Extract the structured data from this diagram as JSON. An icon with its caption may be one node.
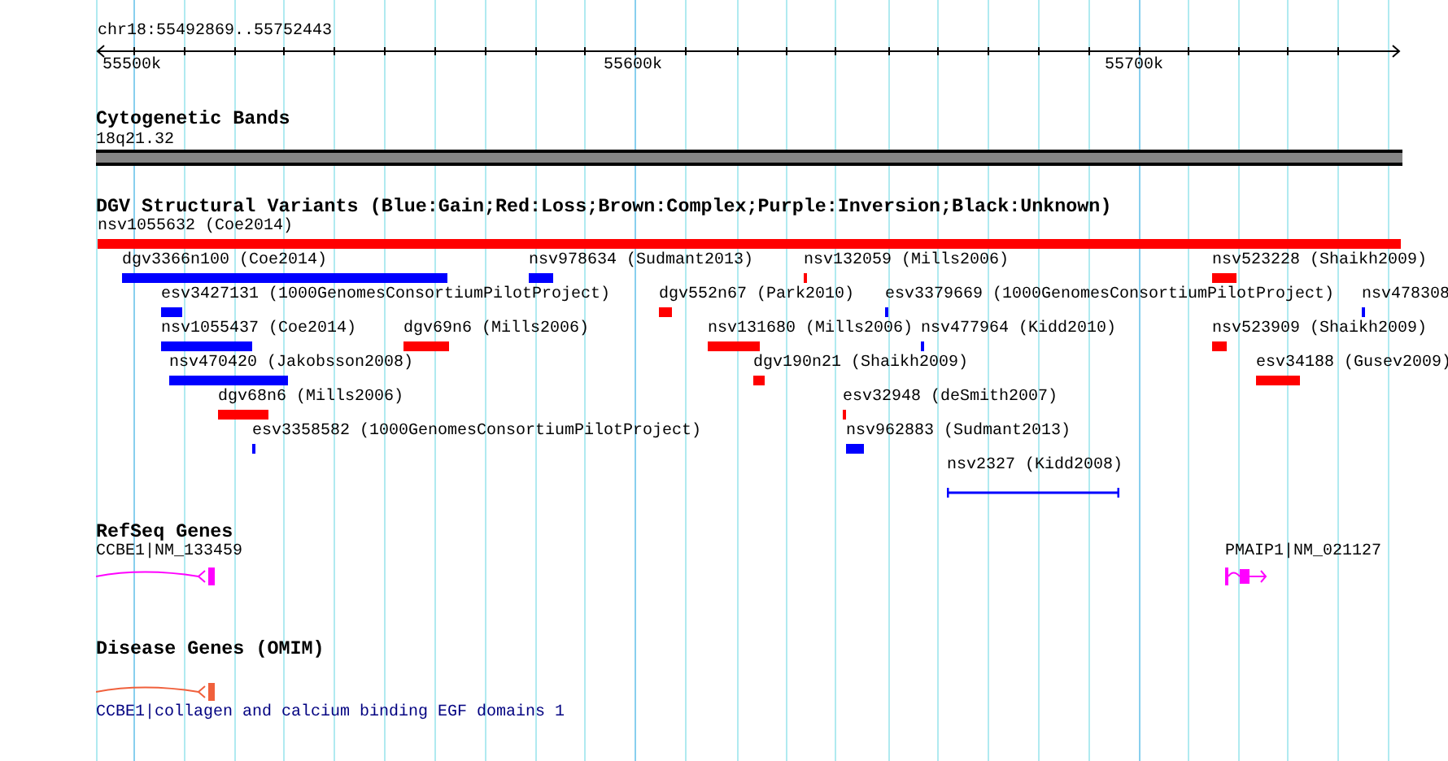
{
  "diagram": {
    "nodes": [
      {
        "text": [],
        "shape": "bar",
        "beside": [
          "18q21.32"
        ]
      },
      {
        "text": [],
        "shape": "bar",
        "beside": [
          "nsv1055632 (Coe2014)"
        ]
      },
      {
        "text": [],
        "shape": "bar",
        "beside": [
          "dgv3366n100 (Coe2014)"
        ]
      },
      {
        "text": [],
        "shape": "bar",
        "beside": [
          "nsv978634 (Sudmant2013)"
        ]
      },
      {
        "text": [],
        "shape": "bar",
        "beside": [
          "nsv132059 (Mills2006)"
        ]
      },
      {
        "text": [],
        "shape": "bar",
        "beside": [
          "nsv523228 (Shaikh2009)"
        ]
      },
      {
        "text": [],
        "shape": "bar",
        "beside": [
          "esv3427131 (1000GenomesConsortiumPilotProject)"
        ]
      },
      {
        "text": [],
        "shape": "bar",
        "beside": [
          "dgv552n67 (Park2010)"
        ]
      },
      {
        "text": [],
        "shape": "bar",
        "beside": [
          "esv3379669 (1000GenomesConsortiumPilotProject)"
        ]
      },
      {
        "text": [],
        "shape": "bar",
        "beside": [
          "nsv478308"
        ]
      },
      {
        "text": [],
        "shape": "bar",
        "beside": [
          "nsv1055437 (Coe2014)"
        ]
      },
      {
        "text": [],
        "shape": "bar",
        "beside": [
          "dgv69n6 (Mills2006)"
        ]
      },
      {
        "text": [],
        "shape": "bar",
        "beside": [
          "nsv131680 (Mills2006)"
        ]
      },
      {
        "text": [],
        "shape": "bar",
        "beside": [
          "nsv477964 (Kidd2010)"
        ]
      },
      {
        "text": [],
        "shape": "bar",
        "beside": [
          "nsv523909 (Shaikh2009)"
        ]
      },
      {
        "text": [],
        "shape": "bar",
        "beside": [
          "nsv470420 (Jakobsson2008)"
        ]
      },
      {
        "text": [],
        "shape": "bar",
        "beside": [
          "dgv190n21 (Shaikh2009)"
        ]
      },
      {
        "text": [],
        "shape": "bar",
        "beside": [
          "esv34188 (Gusev2009)"
        ]
      },
      {
        "text": [],
        "shape": "bar",
        "beside": [
          "dgv68n6 (Mills2006)"
        ]
      },
      {
        "text": [],
        "shape": "bar",
        "beside": [
          "esv32948 (deSmith2007)"
        ]
      },
      {
        "text": [],
        "shape": "bar",
        "beside": [
          "esv3358582 (1000GenomesConsortiumPilotProject)"
        ]
      },
      {
        "text": [],
        "shape": "bar",
        "beside": [
          "nsv962883 (Sudmant2013)"
        ]
      },
      {
        "text": [],
        "shape": "bar",
        "beside": [
          "nsv2327 (Kidd2008)"
        ]
      },
      {
        "text": [],
        "shape": "bar",
        "beside": [
          "CCBE1|NM_133459"
        ]
      },
      {
        "text": [],
        "shape": "bar",
        "beside": [
          "PMAIP1|NM_021127"
        ]
      },
      {
        "text": [],
        "shape": "bar",
        "beside": [
          "CCBE1|collagen and calcium binding EGF domains 1"
        ]
      }
    ],
    "labels": [
      "chr18:55492869..55752443",
      "55500k",
      "55600k",
      "55700k",
      "Cytogenetic Bands",
      "DGV Structural Variants (Blue:Gain;Red:Loss;Brown:Complex;Purple:Inversion;Black:Unknown)",
      "RefSeq Genes",
      "Disease Genes (OMIM)"
    ]
  }
}
